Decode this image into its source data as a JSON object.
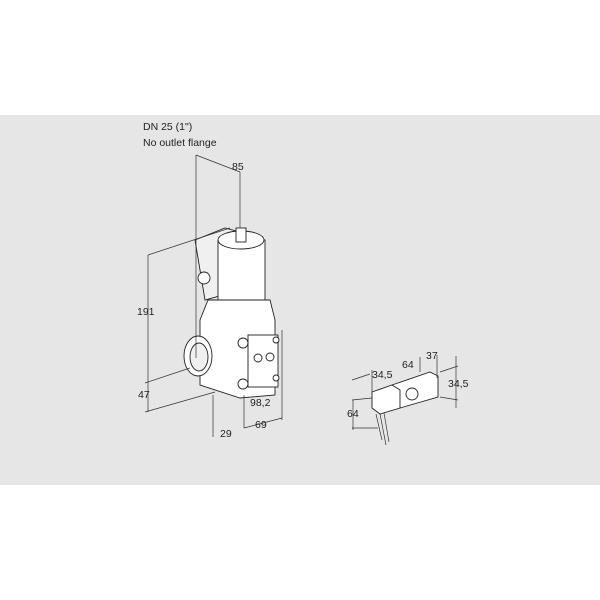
{
  "title": {
    "line1": "DN 25 (1\")",
    "line2": "No outlet flange"
  },
  "valve_dimensions": {
    "width_top": "85",
    "height": "191",
    "base": "47",
    "flange": "29",
    "depth": "69",
    "length": "98,2"
  },
  "connector_dimensions": {
    "width_a": "34,5",
    "width_b": "64",
    "width_c": "37",
    "height_a": "34,5",
    "height_b": "64"
  }
}
